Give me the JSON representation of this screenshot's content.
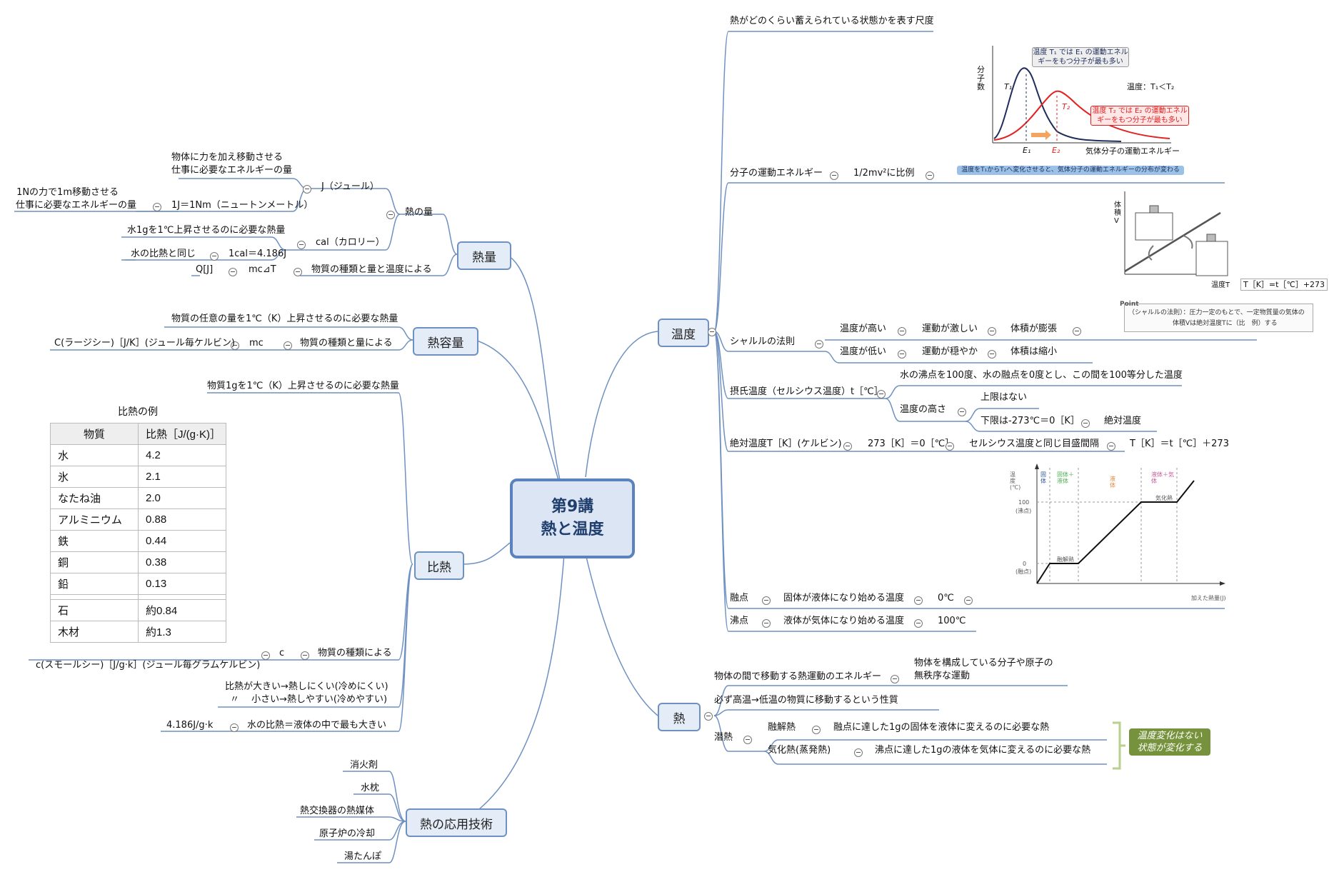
{
  "central": {
    "line1": "第9講",
    "line2": "熱と温度"
  },
  "left": {
    "netsuryo": {
      "label": "熱量",
      "heat_amount": "熱の量",
      "joule": "J（ジュール）",
      "joule_def_1": "物体に力を加え移動させる",
      "joule_def_2": "仕事に必要なエネルギーの量",
      "joule_eq": "1J＝1Nm（ニュートンメートル）",
      "joule_eq_def_1": "1Nの力で1m移動させる",
      "joule_eq_def_2": "仕事に必要なエネルギーの量",
      "cal": "cal（カロリー）",
      "cal_def": "水1gを1℃上昇させるのに必要な熱量",
      "cal_eq": "1cal＝4.186J",
      "cal_eq_def": "水の比熱と同じ",
      "q": "Q[J]",
      "mcdt": "mc⊿T",
      "by_type": "物質の種類と量と温度による"
    },
    "capacity": {
      "label": "熱容量",
      "def": "物質の任意の量を1℃（K）上昇させるのに必要な熱量",
      "symbol": "C(ラージシー)［J/K］(ジュール毎ケルビン)",
      "mc": "mc",
      "by_type": "物質の種類と量による"
    },
    "specific": {
      "label": "比熱",
      "def": "物質1gを1℃（K）上昇させるのに必要な熱量",
      "table_title": "比熱の例",
      "headers": [
        "物質",
        "比熱［J/(g·K)］"
      ],
      "rows": [
        [
          "水",
          "4.2"
        ],
        [
          "氷",
          "2.1"
        ],
        [
          "なたね油",
          "2.0"
        ],
        [
          "アルミニウム",
          "0.88"
        ],
        [
          "鉄",
          "0.44"
        ],
        [
          "銅",
          "0.38"
        ],
        [
          "鉛",
          "0.13"
        ],
        [
          "石",
          "約0.84"
        ],
        [
          "木材",
          "約1.3"
        ]
      ],
      "c": "c",
      "by_type": "物質の種類による",
      "symbol": "c(スモールシー)［J/g·k］(ジュール毎グラムケルビン)",
      "large_1": "比熱が大きい→熱しにくい(冷めにくい)",
      "large_2": "〃　 小さい→熱しやすい(冷めやすい)",
      "water_value": "4.186J/g·k",
      "water_note": "水の比熱＝液体の中で最も大きい"
    },
    "applied": {
      "label": "熱の応用技術",
      "items": [
        "消火剤",
        "水枕",
        "熱交換器の熱媒体",
        "原子炉の冷却",
        "湯たんぽ"
      ]
    }
  },
  "right": {
    "ondo": {
      "label": "温度",
      "scale": "熱がどのくらい蓄えられている状態かを表す尺度",
      "kinetic": "分子の運動エネルギー",
      "kinetic_prop": "1/2mv²に比例",
      "graph": {
        "ylabel": "分子数",
        "xlabel": "気体分子の運動エネルギー",
        "t1": "T₁",
        "t2": "T₂",
        "e1": "E₁",
        "e2": "E₂",
        "note1_1": "温度 T₁ では E₁ の運動エネル",
        "note1_2": "ギーをもつ分子が最も多い",
        "note2_1": "温度 T₂ では E₂ の運動エネル",
        "note2_2": "ギーをもつ分子が最も多い",
        "relation": "温度：T₁＜T₂",
        "caption": "温度をT₁からT₂へ変化させると、気体分子の運動エネルギーの分布が変わる"
      },
      "charles": {
        "label": "シャルルの法則",
        "high": "温度が高い",
        "high_motion": "運動が激しい",
        "high_vol": "体積が膨張",
        "low": "温度が低い",
        "low_motion": "運動が穏やか",
        "low_vol": "体積は縮小",
        "graph_ylabel": "体積V",
        "graph_xlabel": "温度T",
        "graph_formula": "T［K］=t［℃］+273",
        "point_label": "Point",
        "point_text_1": "（シャルルの法則）：圧力一定のもとで、一定物質量の気体の",
        "point_text_2": "体積Vは絶対温度Tに（比　例）する"
      },
      "celsius": {
        "label": "摂氏温度（セルシウス温度）t［℃］",
        "def": "水の沸点を100度、水の融点を0度とし、この間を100等分した温度",
        "height": "温度の高さ",
        "no_upper": "上限はない",
        "lower": "下限は-273℃＝0［K］",
        "abs": "絶対温度"
      },
      "kelvin": {
        "label": "絶対温度T［K］(ケルビン)",
        "eq": "273［K］＝0［℃］",
        "same": "セルシウス温度と同じ目盛間隔",
        "formula": "T［K］＝t［℃］＋273"
      },
      "phase_graph": {
        "ylabel": "温度(℃)",
        "solid": "固体",
        "solid_liquid": "固体＋液体",
        "liquid": "液体",
        "liquid_gas": "液体＋気体",
        "y100": "100",
        "y100_note": "(沸点)",
        "y0": "0",
        "y0_note": "(融点)",
        "melt": "融解熱",
        "vapor": "気化熱",
        "xlabel": "加えた熱量(J)"
      },
      "melting": {
        "label": "融点",
        "def": "固体が液体になり始める温度",
        "value": "0℃"
      },
      "boiling": {
        "label": "沸点",
        "def": "液体が気体になり始める温度",
        "value": "100℃"
      }
    },
    "netsu": {
      "label": "熱",
      "def": "物体の間で移動する熱運動のエネルギー",
      "def_note_1": "物体を構成している分子や原子の",
      "def_note_2": "無秩序な運動",
      "direction": "必ず高温→低温の物質に移動するという性質",
      "latent": "潜熱",
      "fusion": "融解熱",
      "fusion_def": "融点に達した1gの固体を液体に変えるのに必要な熱",
      "vaporization": "気化熱(蒸発熱)",
      "vaporization_def": "沸点に達した1gの液体を気体に変えるのに必要な熱",
      "callout_1": "温度変化はない",
      "callout_2": "状態が変化する"
    }
  },
  "colors": {
    "line": "#6f91c1",
    "branch_fill": "#e4ecf7",
    "central_fill": "#dbe5f3",
    "red": "#e52020",
    "navy": "#1f2d5c",
    "green": "#76923c"
  }
}
